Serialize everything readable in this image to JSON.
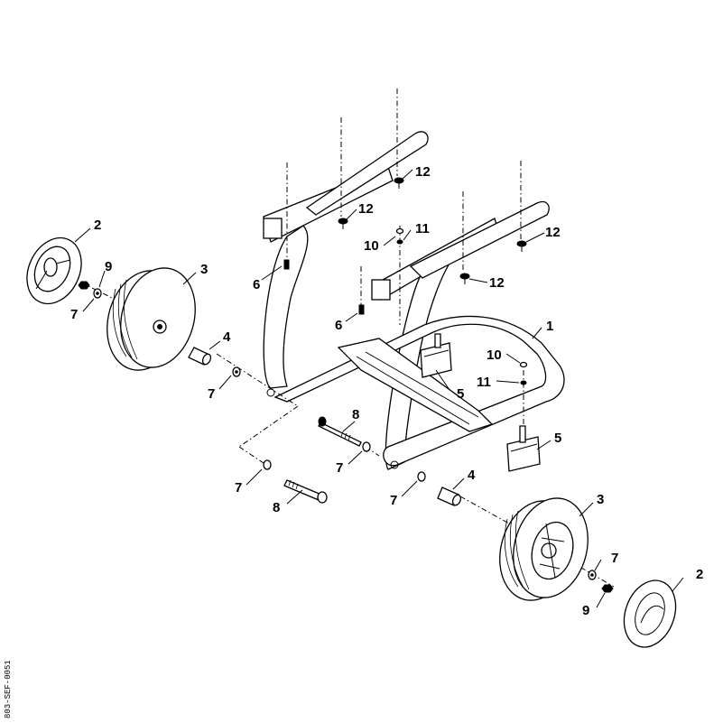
{
  "callouts": {
    "c1": "1",
    "c2a": "2",
    "c2b": "2",
    "c3a": "3",
    "c3b": "3",
    "c4a": "4",
    "c4b": "4",
    "c5a": "5",
    "c5b": "5",
    "c6a": "6",
    "c6b": "6",
    "c7a": "7",
    "c7b": "7",
    "c7c": "7",
    "c7d": "7",
    "c7e": "7",
    "c8a": "8",
    "c8b": "8",
    "c9a": "9",
    "c9b": "9",
    "c10a": "10",
    "c10b": "10",
    "c11a": "11",
    "c11b": "11",
    "c12a": "12",
    "c12b": "12",
    "c12c": "12",
    "c12d": "12"
  },
  "drawing_code": "803-SEF-0051"
}
